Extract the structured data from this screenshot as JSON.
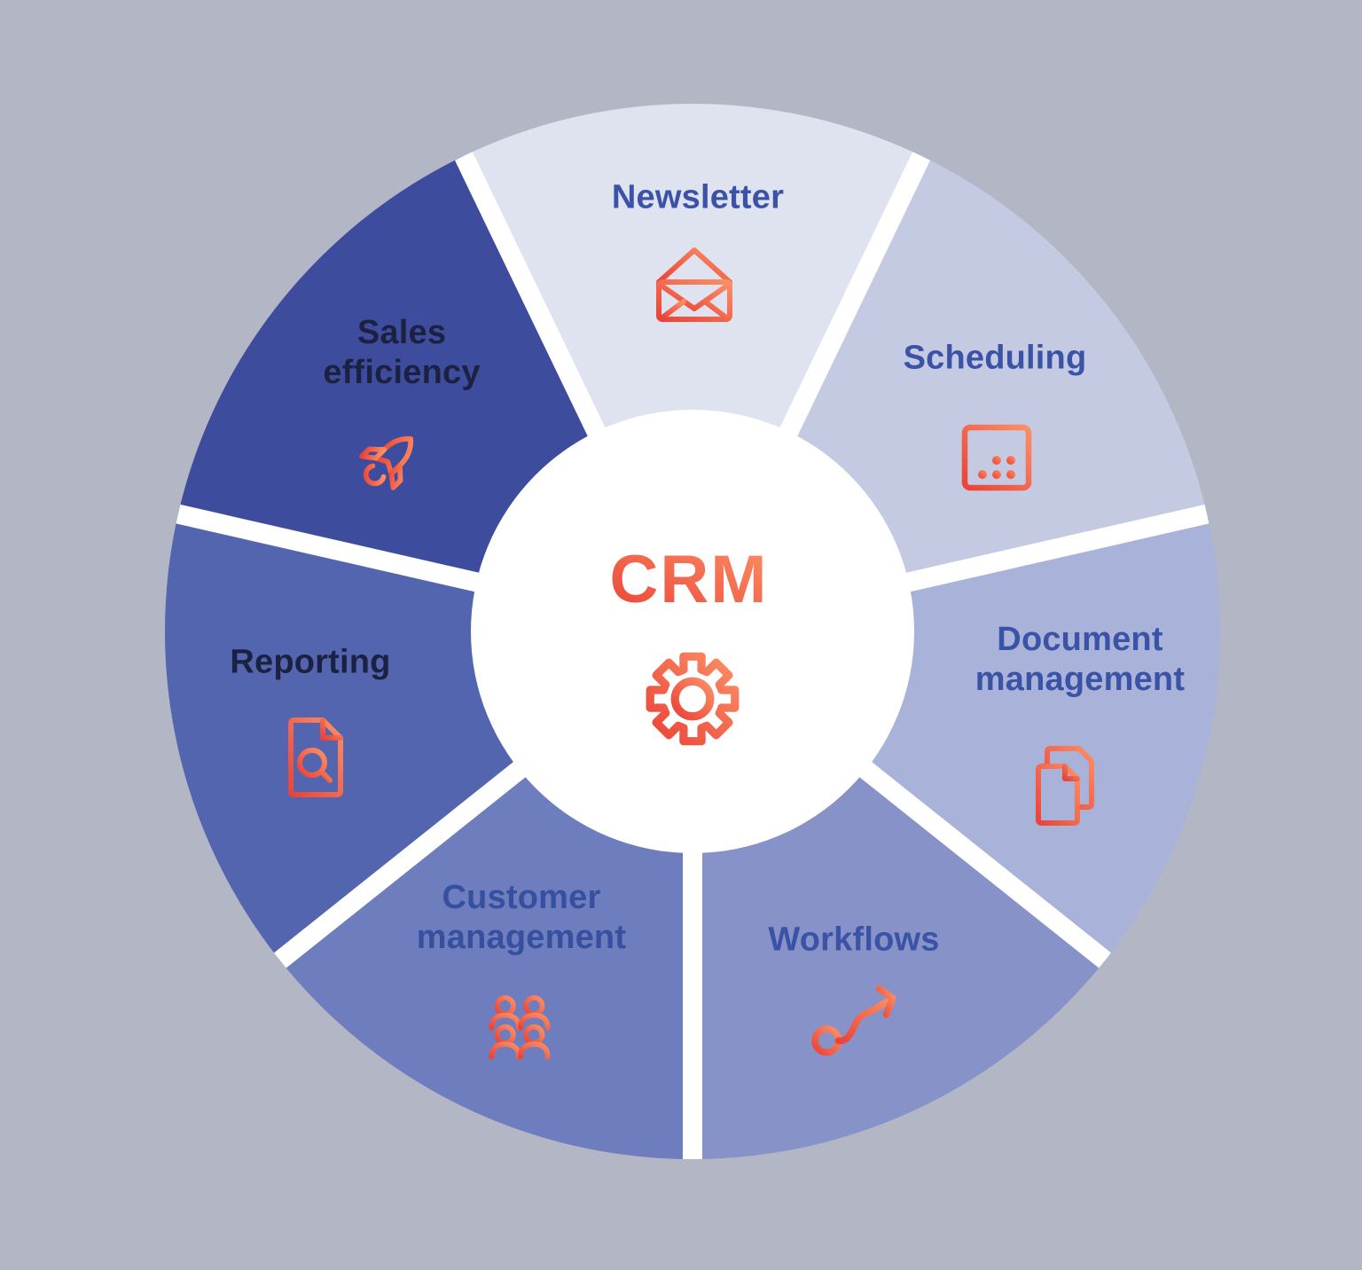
{
  "diagram": {
    "type": "circular-feature-wheel",
    "background_color": "#b3b6c4",
    "divider_color": "#ffffff",
    "accent_gradient": {
      "from": "#ea4337",
      "to": "#fc8f66"
    },
    "center": {
      "title": "CRM",
      "icon": "gear-icon",
      "circle_color": "#ffffff"
    },
    "segments": [
      {
        "label": "Newsletter",
        "icon": "envelope-icon",
        "color": "#dfe2ef",
        "label_color": "#3b53a7"
      },
      {
        "label": "Scheduling",
        "icon": "calendar-icon",
        "color": "#c5cae3",
        "label_color": "#3b53a7"
      },
      {
        "label": "Document management",
        "icon": "documents-icon",
        "color": "#a9b2d8",
        "label_color": "#3b53a7"
      },
      {
        "label": "Workflows",
        "icon": "workflow-arrow-icon",
        "color": "#8793c8",
        "label_color": "#3b53a7"
      },
      {
        "label": "Customer management",
        "icon": "people-icon",
        "color": "#6d7dbe",
        "label_color": "#36509f"
      },
      {
        "label": "Reporting",
        "icon": "report-search-icon",
        "color": "#5365af",
        "label_color": "#1c2141"
      },
      {
        "label": "Sales efficiency",
        "icon": "rocket-icon",
        "color": "#3e4c9e",
        "label_color": "#1c2141"
      }
    ]
  }
}
